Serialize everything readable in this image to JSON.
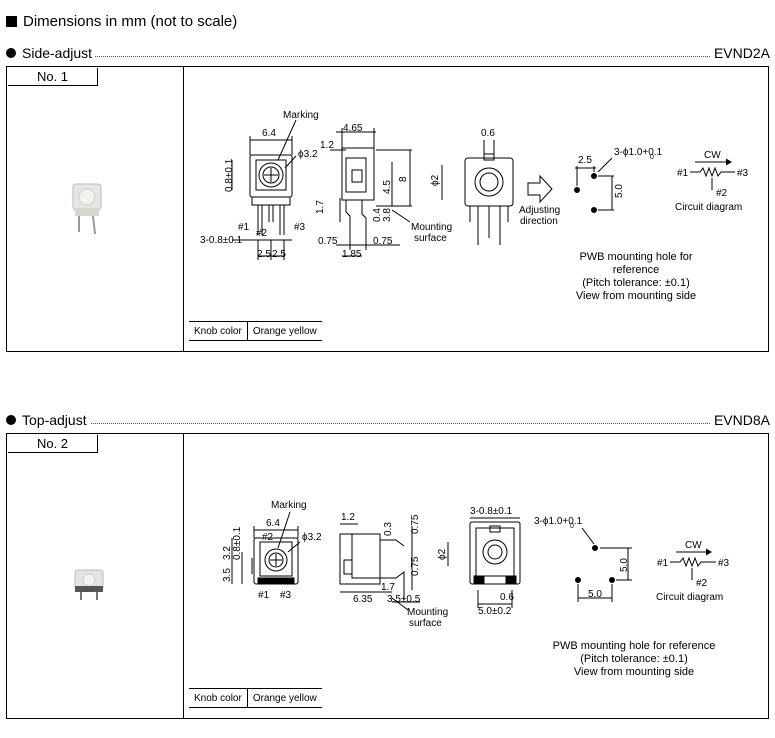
{
  "heading": "Dimensions in mm (not to scale)",
  "sections": [
    {
      "title": "Side-adjust",
      "model": "EVND2A",
      "number_label": "No. 1",
      "knob_color_label": "Knob color",
      "knob_color_value": "Orange yellow",
      "labels": {
        "marking": "Marking",
        "dim_6_4": "6.4",
        "dim_1_2": "1.2",
        "dim_4_65": "4.65",
        "dim_0_6": "0.6",
        "dim_phi3_2": "ϕ3.2",
        "dim_0_8": "0.8±0.1",
        "dim_phi2": "ϕ2",
        "dim_4_5": "4.5",
        "dim_8": "8",
        "dim_1_7": "1.7",
        "dim_0_4": "0.4",
        "dim_3_8": "3.8",
        "pin1": "#1",
        "pin2": "#2",
        "pin3": "#3",
        "dim_pins": "3-0.8±0.1",
        "dim_2_5a": "2.5",
        "dim_2_5b": "2.5",
        "dim_0_75a": "0.75",
        "dim_0_75b": "0.75",
        "dim_1_85": "1.85",
        "mounting_surface_1": "Mounting",
        "mounting_surface_2": "surface",
        "adjusting_1": "Adjusting",
        "adjusting_2": "direction",
        "hole_dim": "3-ϕ1.0+0.1",
        "hole_tol": "0",
        "hole_2_5": "2.5",
        "hole_5_0": "5.0",
        "cw": "CW",
        "circuit_diagram": "Circuit diagram",
        "pwb_1": "PWB mounting hole for reference",
        "pwb_2": "(Pitch tolerance: ±0.1)",
        "pwb_3": "View from mounting side"
      }
    },
    {
      "title": "Top-adjust",
      "model": "EVND8A",
      "number_label": "No. 2",
      "knob_color_label": "Knob color",
      "knob_color_value": "Orange yellow",
      "labels": {
        "marking": "Marking",
        "dim_6_4": "6.4",
        "dim_phi3_2": "ϕ3.2",
        "dim_3_5": "3.5",
        "dim_3_2": "3.2",
        "dim_0_8": "0.8±0.1",
        "pin1": "#1",
        "pin2": "#2",
        "pin3": "#3",
        "dim_1_2": "1.2",
        "dim_0_3": "0.3",
        "dim_0_75a": "0.75",
        "dim_0_75b": "0.75",
        "dim_1_7": "1.7",
        "dim_6_35": "6.35",
        "dim_3_5pm": "3.5±0.5",
        "mounting_surface_1": "Mounting",
        "mounting_surface_2": "surface",
        "dim_pins": "3-0.8±0.1",
        "dim_phi2": "ϕ2",
        "dim_0_6": "0.6",
        "dim_5_0pm": "5.0±0.2",
        "hole_dim": "3-ϕ1.0+0.1",
        "hole_tol": "0",
        "hole_5_0a": "5.0",
        "hole_5_0b": "5.0",
        "cw": "CW",
        "circuit_diagram": "Circuit diagram",
        "pwb_1": "PWB mounting hole for reference",
        "pwb_2": "(Pitch tolerance: ±0.1)",
        "pwb_3": "View from mounting side"
      }
    }
  ]
}
